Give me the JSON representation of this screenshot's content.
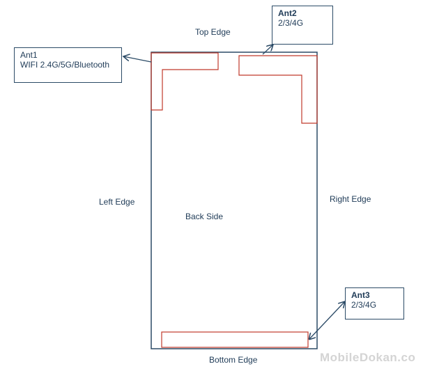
{
  "edges": {
    "top": "Top Edge",
    "left": "Left Edge",
    "right": "Right Edge",
    "bottom": "Bottom Edge",
    "center": "Back Side"
  },
  "antennas": [
    {
      "name": "Ant1",
      "bands": "WIFI 2.4G/5G/Bluetooth"
    },
    {
      "name": "Ant2",
      "bands": "2/3/4G"
    },
    {
      "name": "Ant3",
      "bands": "2/3/4G"
    }
  ],
  "watermark": "MobileDokan.co",
  "colors": {
    "outline": "#2b4a66",
    "antenna": "#c0392b"
  }
}
